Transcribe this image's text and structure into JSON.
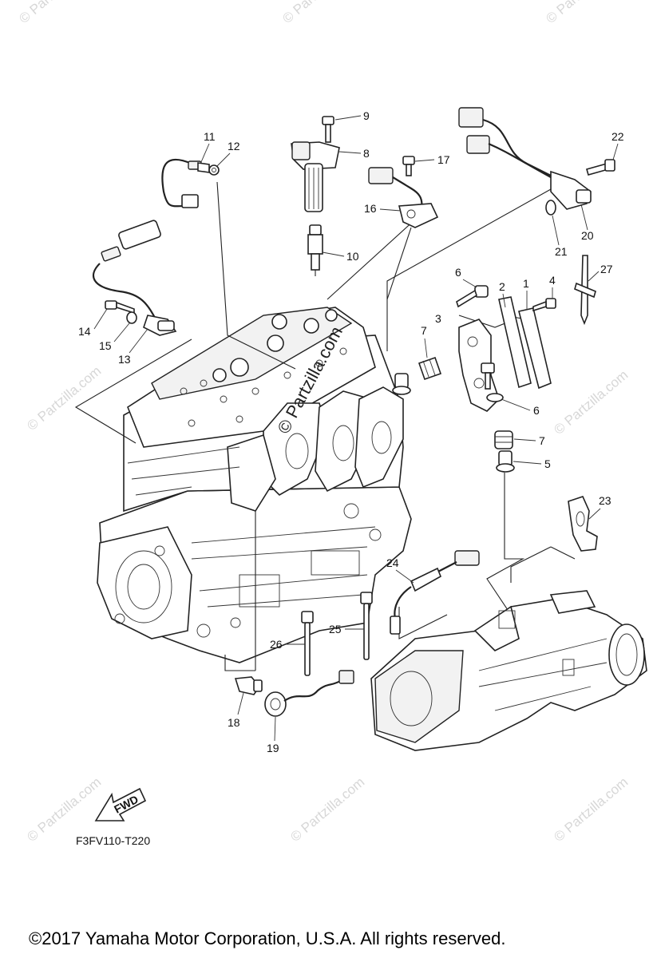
{
  "diagram": {
    "callouts": {
      "c1": "1",
      "c2": "2",
      "c3": "3",
      "c4": "4",
      "c5": "5",
      "c6a": "6",
      "c6b": "6",
      "c7a": "7",
      "c7b": "7",
      "c8": "8",
      "c9": "9",
      "c10": "10",
      "c11": "11",
      "c12": "12",
      "c13": "13",
      "c14": "14",
      "c15": "15",
      "c16": "16",
      "c17": "17",
      "c18": "18",
      "c19": "19",
      "c20": "20",
      "c21": "21",
      "c22": "22",
      "c23": "23",
      "c24": "24",
      "c25": "25",
      "c26": "26",
      "c27": "27"
    },
    "fwd_label": "FWD",
    "diagram_code": "F3FV110-T220",
    "watermark": "© Partzilla.com",
    "copyright": "©2017  Yamaha Motor Corporation, U.S.A. All rights reserved."
  }
}
